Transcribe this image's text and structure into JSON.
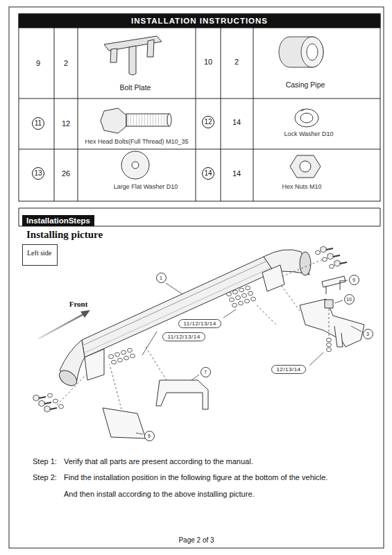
{
  "diagram": {
    "title": "INSTALLATION INSTRUCTIONS",
    "nodes": [
      {
        "text": [
          "InstallationSteps"
        ]
      },
      {
        "text": [
          "Left side"
        ]
      },
      {
        "text": [
          "1"
        ]
      },
      {
        "text": [
          "9"
        ]
      },
      {
        "text": [
          "10"
        ]
      },
      {
        "text": [
          "3"
        ]
      },
      {
        "text": [
          "11/12/13/14"
        ]
      },
      {
        "text": [
          "11/12/13/14"
        ]
      },
      {
        "text": [
          "12/13/14"
        ]
      },
      {
        "text": [
          "7"
        ]
      },
      {
        "text": [
          "5"
        ]
      }
    ],
    "labels": [
      "9",
      "2",
      "Bolt Plate",
      "10",
      "2",
      "Casing Pipe",
      "11",
      "12",
      "Hex Head Bolts(Full Thread) M10_35",
      "12",
      "14",
      "Lock Washer D10",
      "13",
      "26",
      "Large Flat Washer D10",
      "14",
      "14",
      "Hex Nuts M10",
      "Installing picture",
      "Front",
      "Step 1:",
      "Verify that all parts are present according to the manual.",
      "Step 2:",
      "Find the installation position in the following figure at the bottom of the vehicle.",
      "And then install according to the above installing picture.",
      "Page 2 of 3"
    ]
  }
}
